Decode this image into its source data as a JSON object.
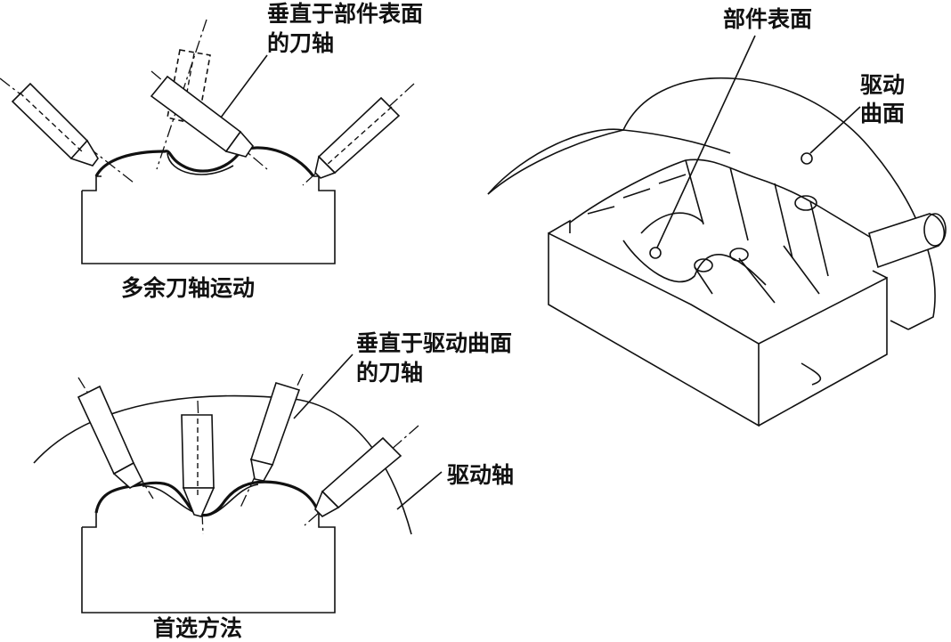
{
  "labels": {
    "tool_axis_normal_part": "垂直于部件表面",
    "tool_axis_normal_part_2": "的刀轴",
    "excess_motion": "多余刀轴运动",
    "tool_axis_normal_drive": "垂直于驱动曲面",
    "tool_axis_normal_drive_2": "的刀轴",
    "drive_axis": "驱动轴",
    "preferred_method": "首选方法",
    "part_surface": "部件表面",
    "drive_surface": "驱动",
    "drive_surface_2": "曲面"
  }
}
